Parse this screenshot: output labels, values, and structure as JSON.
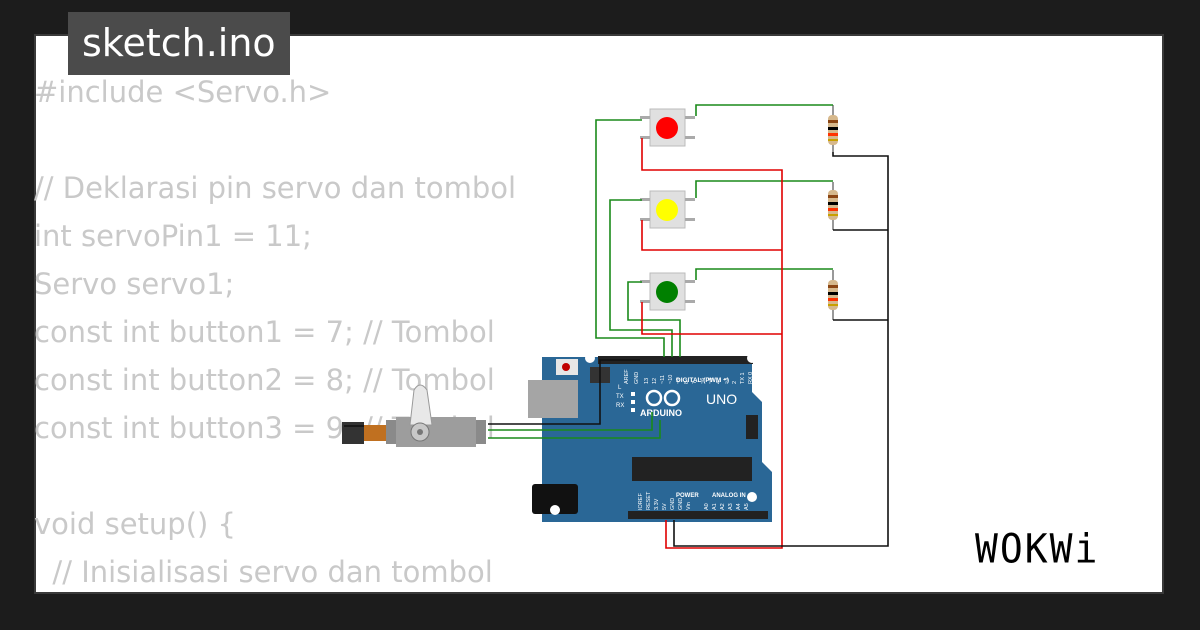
{
  "tab": {
    "label": "sketch.ino"
  },
  "code_lines": [
    "#include <Servo.h>",
    "",
    "// Deklarasi pin servo dan tombol",
    "int servoPin1 = 11;",
    "Servo servo1;",
    "const int button1 = 7; // Tombol",
    "const int button2 = 8; // Tombol",
    "const int button3 = 9; // Tombol",
    "",
    "void setup() {",
    "  // Inisialisasi servo dan tombol"
  ],
  "board": {
    "brand": "ARDUINO",
    "model": "UNO",
    "digital_label": "DIGITAL (PWM ~)",
    "on_label": "ON",
    "power_label": "POWER",
    "analog_label": "ANALOG IN",
    "tx_label": "TX",
    "rx_label": "RX",
    "l_label": "L",
    "aref_label": "AREF",
    "gnd_label": "GND",
    "digital_pins": [
      "13",
      "12",
      "~11",
      "~10",
      "~9",
      "8",
      "7",
      "~6",
      "~5",
      "4",
      "~3",
      "2",
      "TX 1",
      "RX 0"
    ],
    "power_pins": [
      "IOREF",
      "RESET",
      "3.3V",
      "5V",
      "GND",
      "GND",
      "Vin"
    ],
    "analog_pins": [
      "A0",
      "A1",
      "A2",
      "A3",
      "A4",
      "A5"
    ]
  },
  "buttons": [
    {
      "color": "#ff0000"
    },
    {
      "color": "#ffff00"
    },
    {
      "color": "#008000"
    }
  ],
  "logo": {
    "text": "WOKWi"
  },
  "colors": {
    "board": "#2a6796",
    "wire_green": "#1a8a1a",
    "wire_red": "#e00000",
    "wire_black": "#111111"
  }
}
